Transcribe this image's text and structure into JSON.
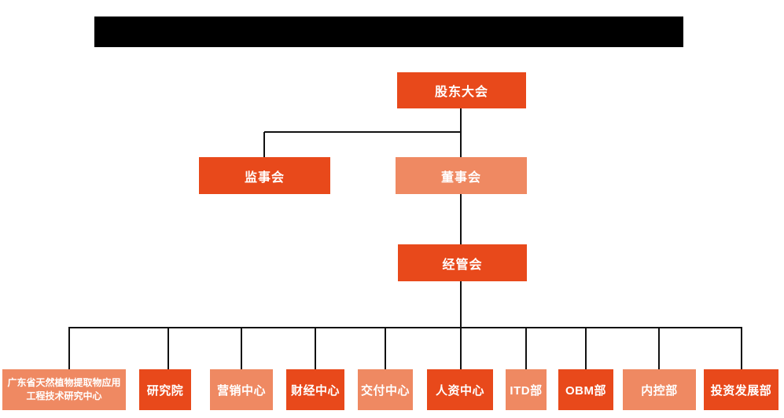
{
  "org_chart": {
    "nodes": [
      {
        "id": "shareholders",
        "label": "股东大会",
        "tone": "primary"
      },
      {
        "id": "supervisory-board",
        "label": "监事会",
        "tone": "primary"
      },
      {
        "id": "board-of-directors",
        "label": "董事会",
        "tone": "secondary"
      },
      {
        "id": "management-committee",
        "label": "经管会",
        "tone": "primary"
      }
    ],
    "departments": [
      {
        "label": "广东省天然植物提取物应用工程技术研究中心",
        "tone": "secondary"
      },
      {
        "label": "研究院",
        "tone": "primary"
      },
      {
        "label": "营销中心",
        "tone": "secondary"
      },
      {
        "label": "财经中心",
        "tone": "primary"
      },
      {
        "label": "交付中心",
        "tone": "secondary"
      },
      {
        "label": "人资中心",
        "tone": "primary"
      },
      {
        "label": "ITD部",
        "tone": "secondary"
      },
      {
        "label": "OBM部",
        "tone": "primary"
      },
      {
        "label": "内控部",
        "tone": "secondary"
      },
      {
        "label": "投资发展部",
        "tone": "primary"
      }
    ]
  },
  "colors": {
    "primary": "#E8491B",
    "secondary": "#EF8962",
    "line": "#111111",
    "redacted_bar": "#000000",
    "node_text": "#ffffff",
    "background": "#ffffff"
  }
}
